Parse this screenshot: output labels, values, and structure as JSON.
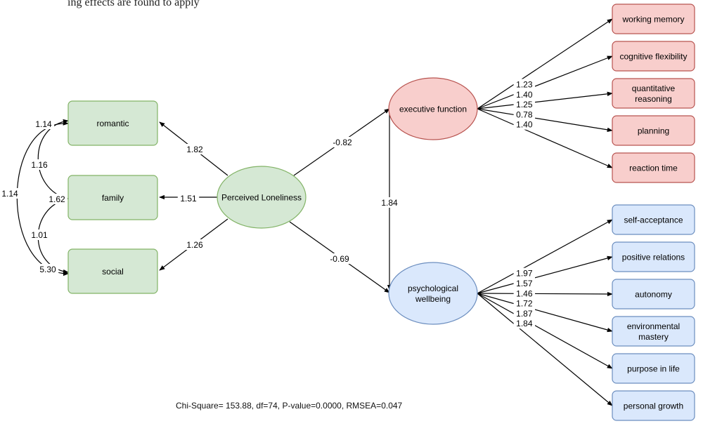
{
  "top_caption": "ing effects are found to apply",
  "latent": {
    "loneliness": "Perceived Loneliness",
    "executive": "executive function",
    "wellbeing": [
      "psychological",
      "wellbeing"
    ]
  },
  "loneliness_indicators": [
    {
      "label": "romantic",
      "loading": "1.82"
    },
    {
      "label": "family",
      "loading": "1.51"
    },
    {
      "label": "social",
      "loading": "1.26"
    }
  ],
  "executive_indicators": [
    {
      "label": [
        "working memory"
      ],
      "loading": "1.23"
    },
    {
      "label": [
        "cognitive flexibility"
      ],
      "loading": "1.40"
    },
    {
      "label": [
        "quantitative",
        "reasoning"
      ],
      "loading": "1.25"
    },
    {
      "label": [
        "planning"
      ],
      "loading": "0.78"
    },
    {
      "label": [
        "reaction time"
      ],
      "loading": "1.40"
    }
  ],
  "wellbeing_indicators": [
    {
      "label": [
        "self-acceptance"
      ],
      "loading": "1.97"
    },
    {
      "label": [
        "positive relations"
      ],
      "loading": "1.57"
    },
    {
      "label": [
        "autonomy"
      ],
      "loading": "1.46"
    },
    {
      "label": [
        "environmental",
        "mastery"
      ],
      "loading": "1.72"
    },
    {
      "label": [
        "purpose in life"
      ],
      "loading": "1.87"
    },
    {
      "label": [
        "personal growth"
      ],
      "loading": "1.84"
    }
  ],
  "structural_paths": {
    "loneliness_to_executive": "-0.82",
    "loneliness_to_wellbeing": "-0.69",
    "executive_to_wellbeing": "1.84"
  },
  "covariances": {
    "romantic_family": "1.16",
    "family_social": "1.01",
    "romantic_social": "1.14"
  },
  "residual_labels": {
    "romantic": "1.14",
    "family": "1.62",
    "social": "5.30"
  },
  "fit_statistics": "Chi-Square= 153.88, df=74, P-value=0.0000, RMSEA=0.047",
  "colors": {
    "green_fill": "#d5e8d4",
    "green_stroke": "#82b366",
    "red_fill": "#f8cecc",
    "red_stroke": "#b85450",
    "blue_fill": "#dae8fc",
    "blue_stroke": "#6c8ebf",
    "line": "#000000"
  }
}
